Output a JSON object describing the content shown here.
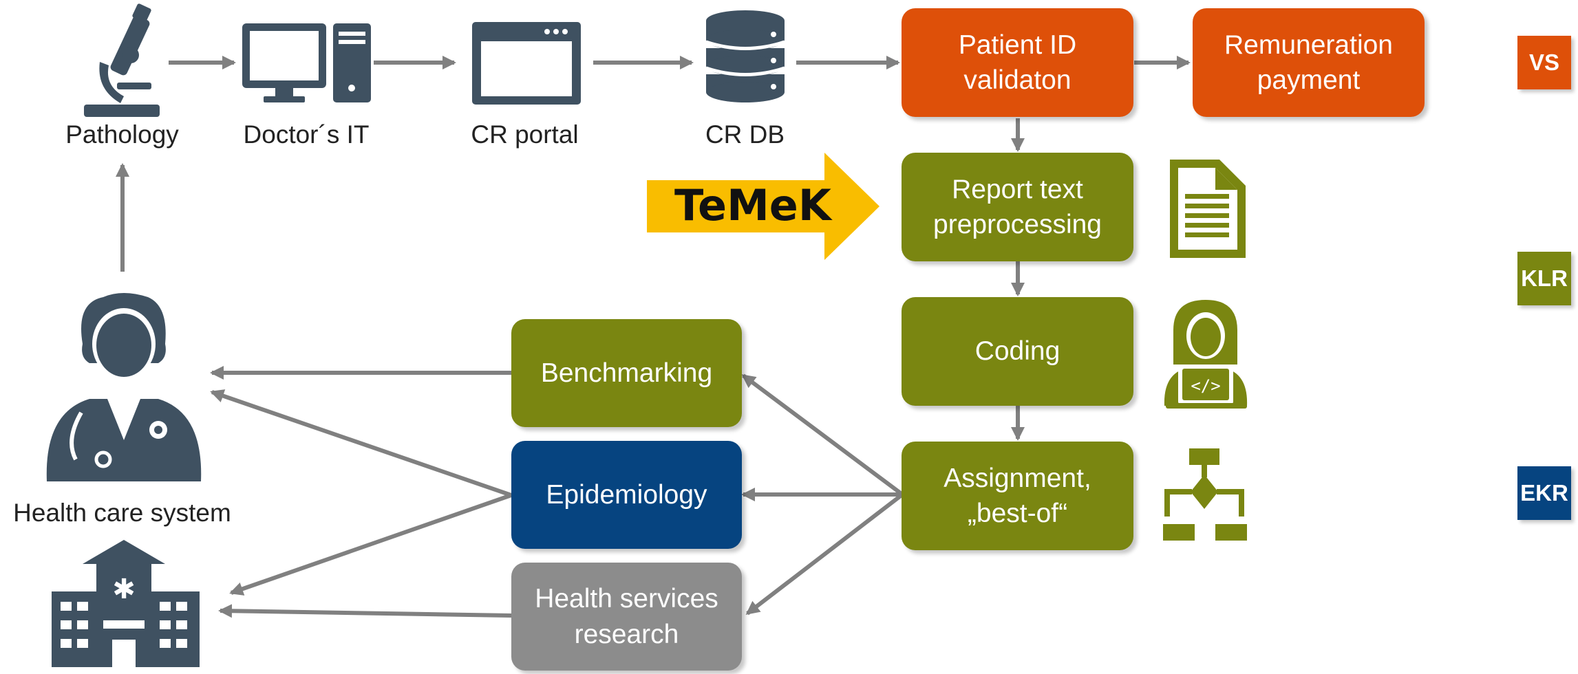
{
  "sources": {
    "pathology": "Pathology",
    "doctors_it": "Doctor´s IT",
    "cr_portal": "CR portal",
    "cr_db": "CR DB",
    "health_care_system": "Health care system"
  },
  "process": {
    "patient_id": "Patient ID\nvalidaton",
    "remuneration": "Remuneration\npayment",
    "report_text": "Report text\npreprocessing",
    "coding": "Coding",
    "assignment": "Assignment,\n„best-of“"
  },
  "outputs": {
    "benchmarking": "Benchmarking",
    "epidemiology": "Epidemiology",
    "health_services": "Health services\nresearch"
  },
  "highlight": {
    "temek": "TeMeK"
  },
  "tags": {
    "vs": "VS",
    "klr": "KLR",
    "ekr": "EKR"
  },
  "colors": {
    "orange": "#de5009",
    "olive": "#7a8611",
    "blue": "#064480",
    "grey": "#8c8c8c",
    "icon_slate": "#3f5161",
    "arrow": "#808080",
    "highlight_arrow": "#f9bd00"
  },
  "icons": {
    "pathology": "microscope-icon",
    "doctors_it": "desktop-computer-icon",
    "cr_portal": "browser-window-icon",
    "cr_db": "database-icon",
    "health_care": "doctor-icon",
    "hospital": "hospital-icon",
    "document": "document-icon",
    "coder": "coder-icon",
    "flowchart": "flowchart-icon"
  }
}
